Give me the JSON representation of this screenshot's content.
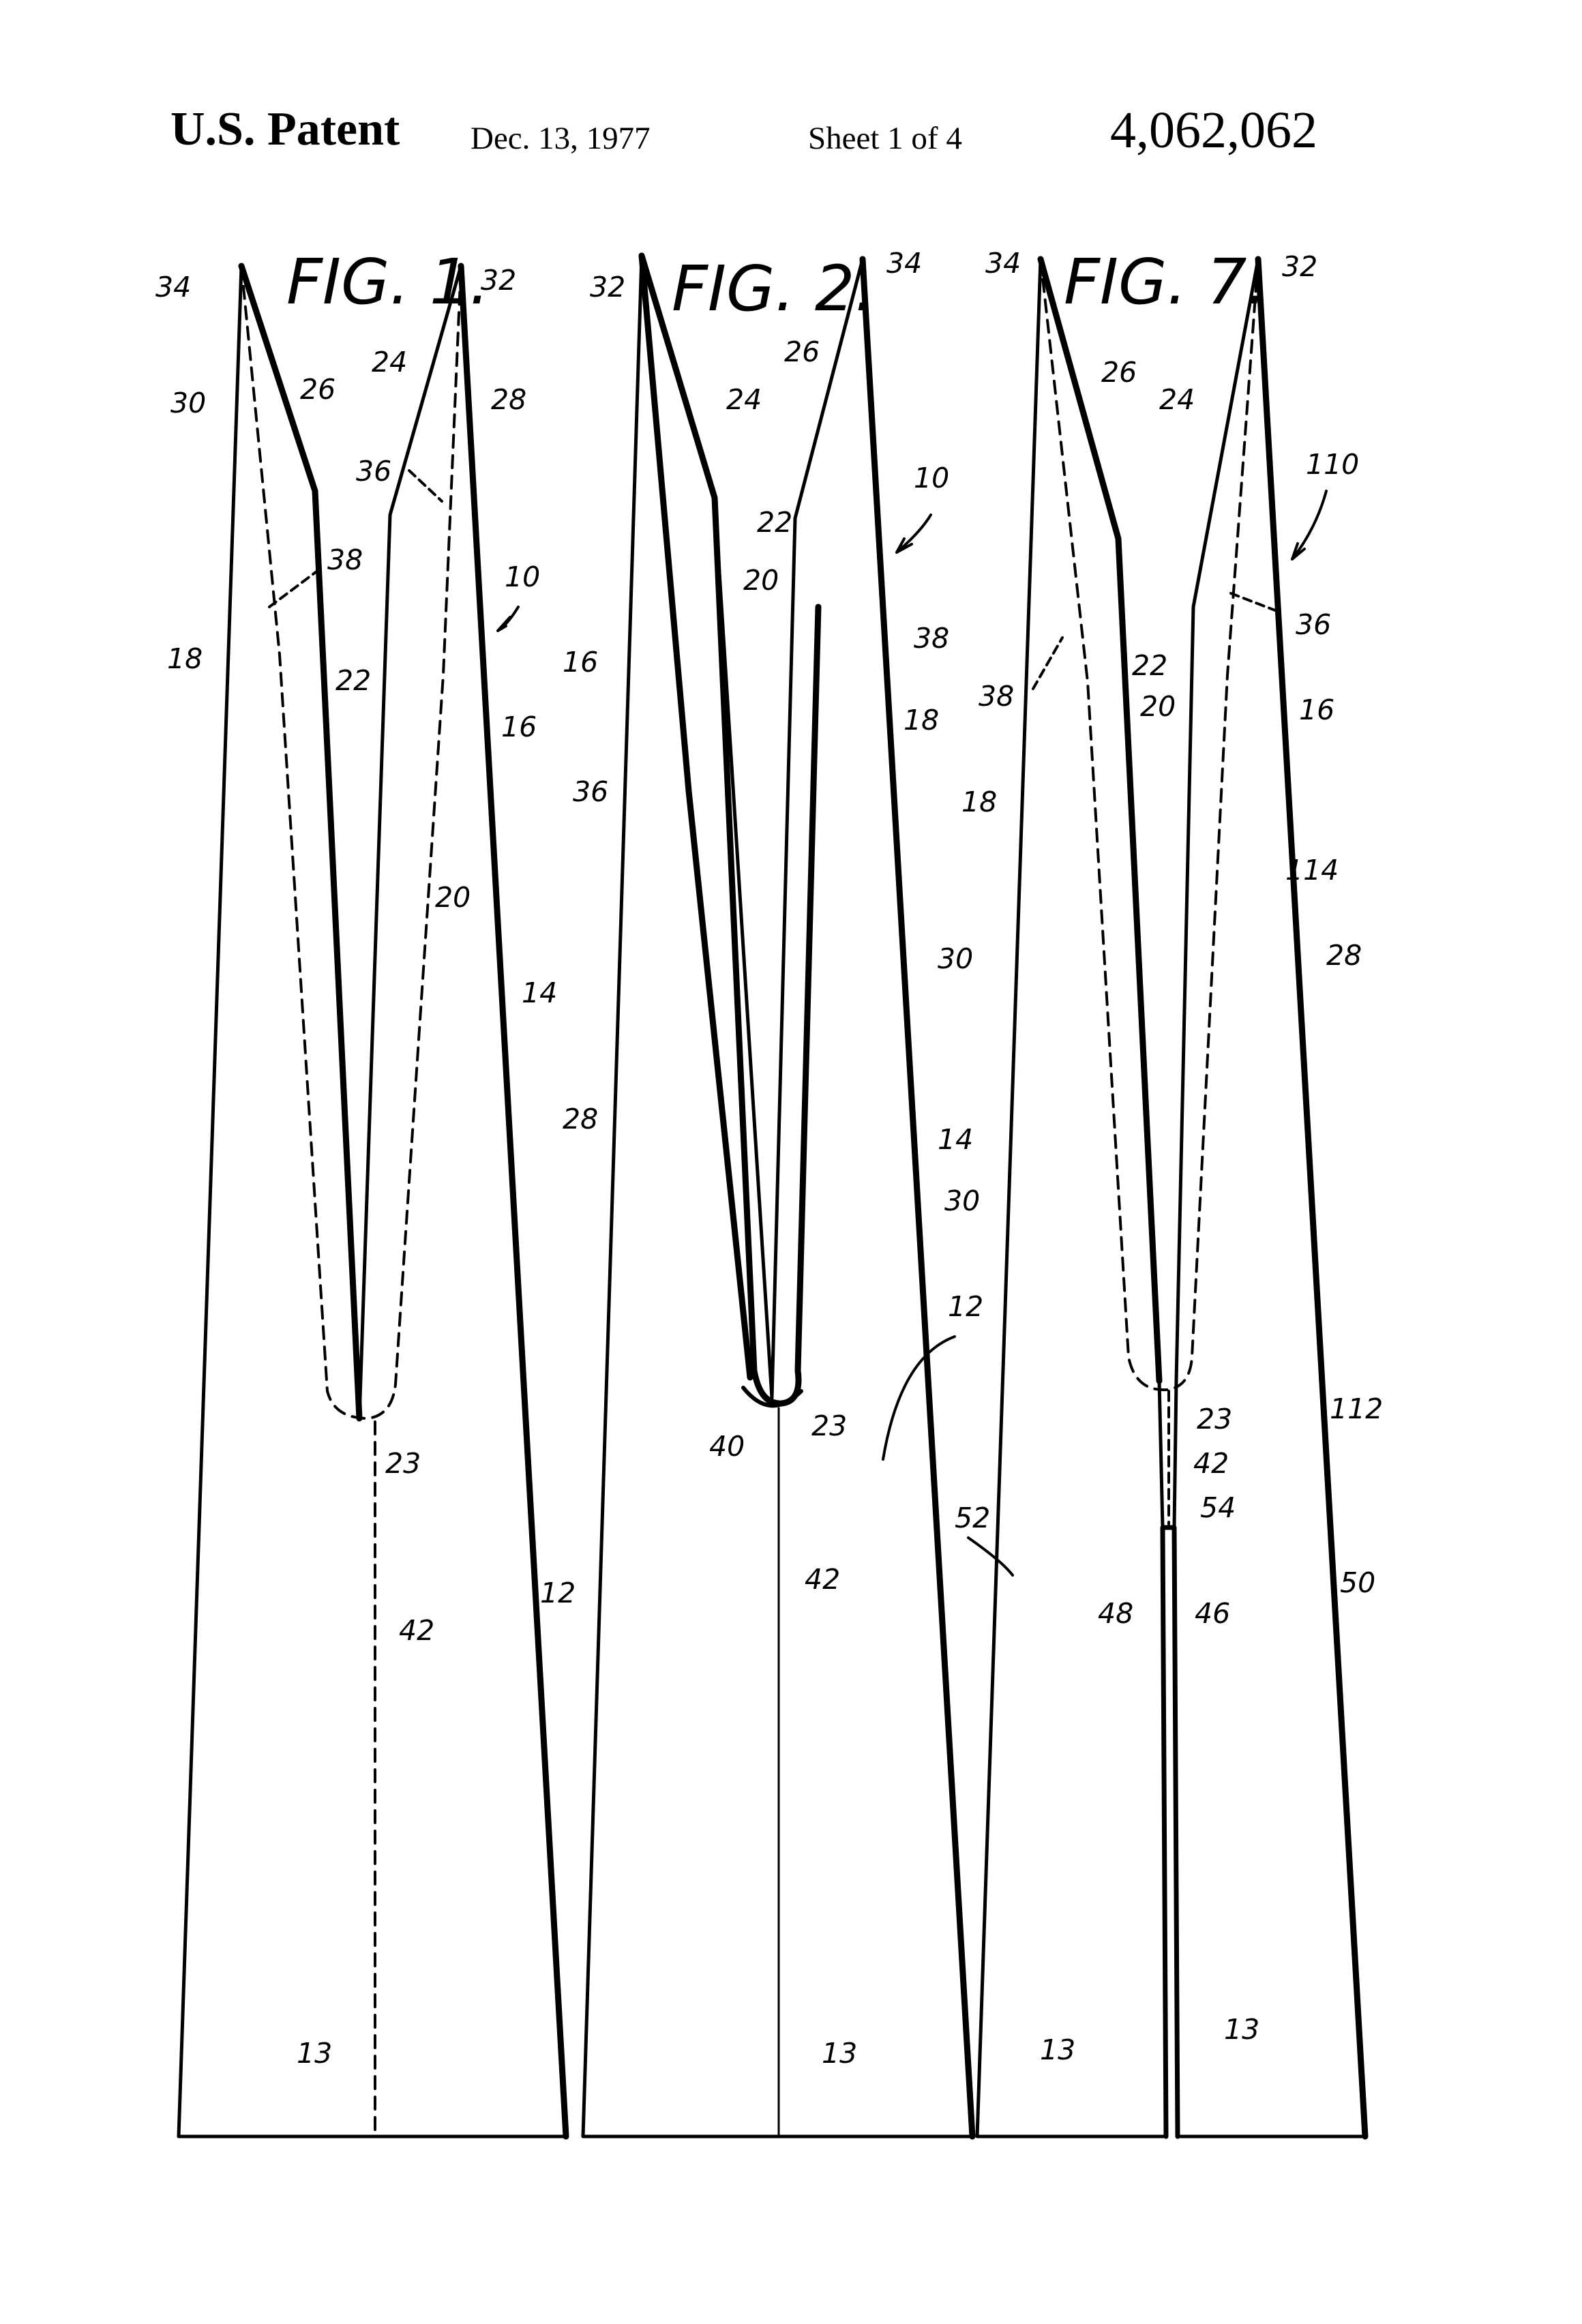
{
  "header": {
    "title": "U.S. Patent",
    "date": "Dec. 13, 1977",
    "sheet": "Sheet 1 of 4",
    "patent_number": "4,062,062"
  },
  "figures": {
    "fig1": "FIG. 1.",
    "fig2": "FIG. 2.",
    "fig7": "FIG. 7."
  },
  "labels": {
    "fig1": [
      "34",
      "26",
      "30",
      "38",
      "18",
      "22",
      "24",
      "32",
      "28",
      "36",
      "10",
      "16",
      "20",
      "14",
      "23",
      "42",
      "12",
      "13"
    ],
    "fig2": [
      "32",
      "34",
      "26",
      "24",
      "22",
      "10",
      "20",
      "16",
      "38",
      "18",
      "36",
      "28",
      "14",
      "30",
      "12",
      "40",
      "23",
      "52",
      "42",
      "13"
    ],
    "fig7": [
      "34",
      "32",
      "26",
      "24",
      "110",
      "36",
      "22",
      "38",
      "20",
      "16",
      "18",
      "114",
      "30",
      "28",
      "23",
      "112",
      "42",
      "54",
      "48",
      "46",
      "50",
      "13",
      "13"
    ]
  }
}
